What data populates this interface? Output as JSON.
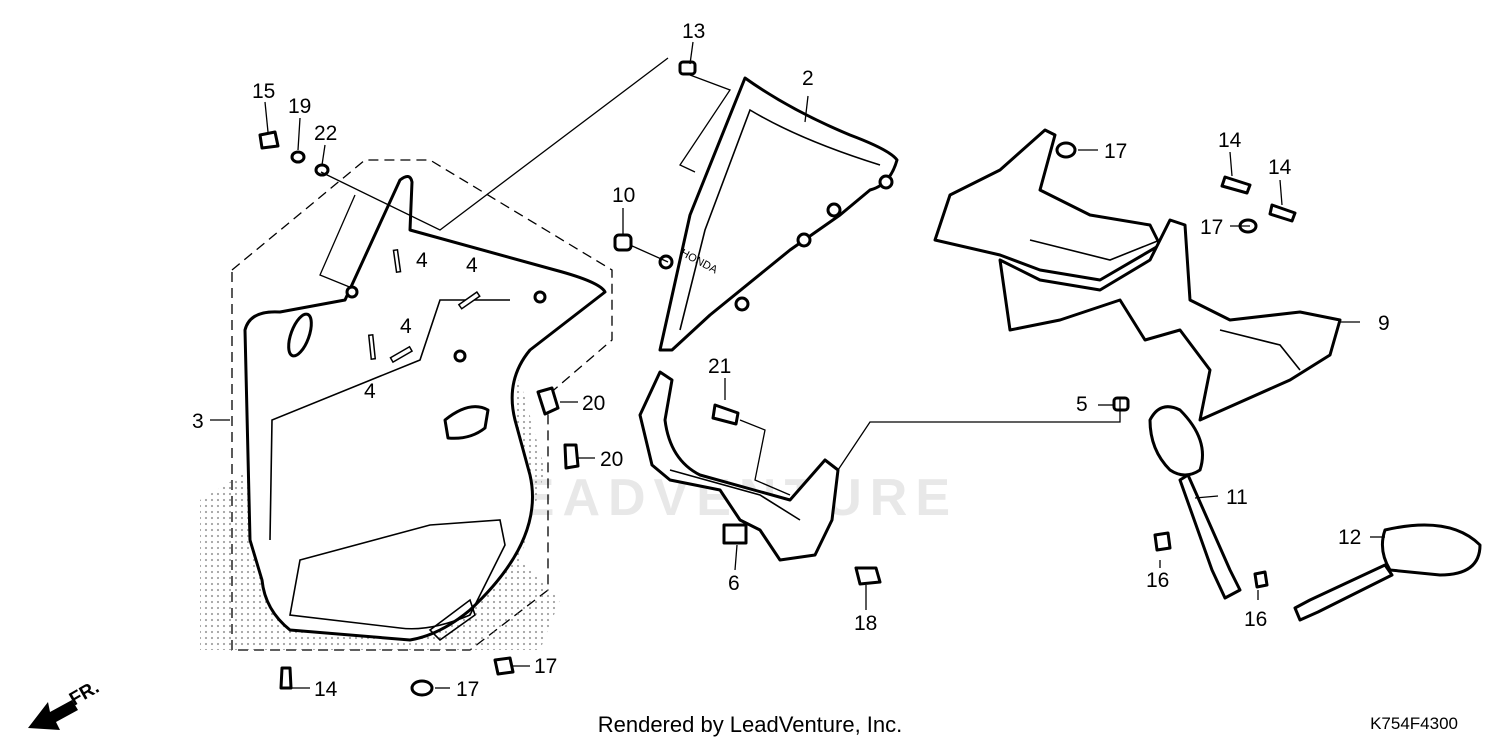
{
  "diagram": {
    "part_labels": [
      {
        "id": "p1",
        "text": "13"
      },
      {
        "id": "p2",
        "text": "2"
      },
      {
        "id": "p3",
        "text": "15"
      },
      {
        "id": "p4",
        "text": "19"
      },
      {
        "id": "p5",
        "text": "22"
      },
      {
        "id": "p6",
        "text": "10"
      },
      {
        "id": "p7",
        "text": "4"
      },
      {
        "id": "p8",
        "text": "4"
      },
      {
        "id": "p9",
        "text": "4"
      },
      {
        "id": "p10",
        "text": "4"
      },
      {
        "id": "p11",
        "text": "3"
      },
      {
        "id": "p12",
        "text": "20"
      },
      {
        "id": "p13",
        "text": "20"
      },
      {
        "id": "p14",
        "text": "14"
      },
      {
        "id": "p15",
        "text": "17"
      },
      {
        "id": "p16",
        "text": "17"
      },
      {
        "id": "p17",
        "text": "21"
      },
      {
        "id": "p18",
        "text": "6"
      },
      {
        "id": "p19",
        "text": "18"
      },
      {
        "id": "p20",
        "text": "17"
      },
      {
        "id": "p21",
        "text": "14"
      },
      {
        "id": "p22",
        "text": "14"
      },
      {
        "id": "p23",
        "text": "17"
      },
      {
        "id": "p24",
        "text": "9"
      },
      {
        "id": "p25",
        "text": "5"
      },
      {
        "id": "p26",
        "text": "11"
      },
      {
        "id": "p27",
        "text": "12"
      },
      {
        "id": "p28",
        "text": "16"
      },
      {
        "id": "p29",
        "text": "16"
      }
    ],
    "watermark": "LEADVENTURE",
    "direction_label": "FR.",
    "windscreen_brand": "HONDA"
  },
  "footer": {
    "rendered_by": "Rendered by LeadVenture, Inc.",
    "diagram_code": "K754F4300"
  }
}
